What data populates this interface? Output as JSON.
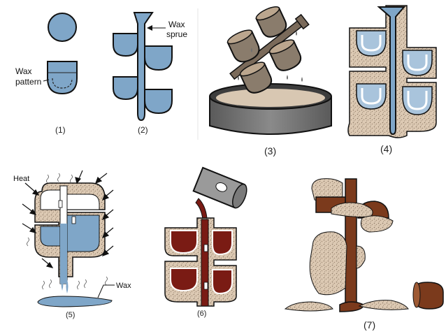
{
  "labels": {
    "wax_pattern_line1": "Wax",
    "wax_pattern_line2": "pattern",
    "wax_sprue_line1": "Wax",
    "wax_sprue_line2": "sprue",
    "heat": "Heat",
    "wax": "Wax"
  },
  "steps": [
    "(1)",
    "(2)",
    "(3)",
    "(4)",
    "(5)",
    "(6)",
    "(7)"
  ],
  "colors": {
    "wax_blue": "#7fa6c8",
    "wax_blue_light": "#a9c4dc",
    "slurry_gray": "#6f6f6f",
    "refractory_tan": "#d8c7b2",
    "molten_metal": "#7a1b14",
    "cast_metal": "#7b3a1c",
    "outline": "#111111"
  }
}
